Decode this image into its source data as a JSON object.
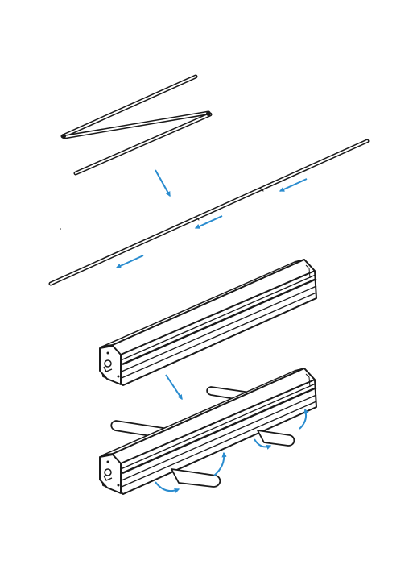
{
  "diagram": {
    "steps": [
      {
        "id": "folded-pole"
      },
      {
        "id": "assembled-pole"
      },
      {
        "id": "base-cassette"
      },
      {
        "id": "base-with-feet"
      }
    ],
    "colors": {
      "line": "#1a1a1a",
      "arrow": "#2a8ccf",
      "background": "#ffffff",
      "fill": "#ffffff"
    },
    "icons": [
      "arrow-down-right",
      "arrow-left",
      "rotate-arrow"
    ]
  }
}
